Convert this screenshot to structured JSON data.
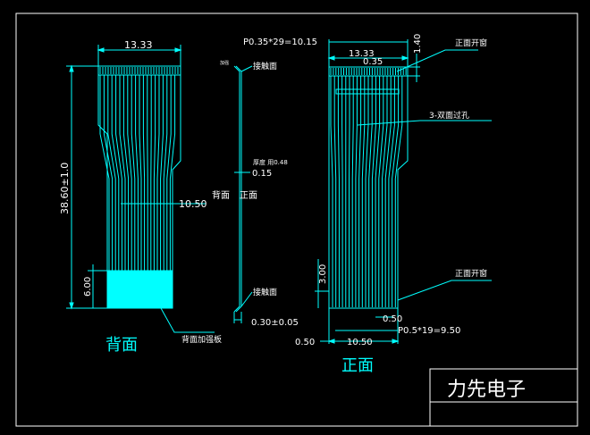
{
  "colors": {
    "background": "#000000",
    "line": "#00ffff",
    "text": "#ffffff",
    "stiffener": "#00ffff"
  },
  "back_view": {
    "title": "背面",
    "width_top": "13.33",
    "length": "38.60±1.0",
    "finger_width": "10.50",
    "stiffener_height": "6.00",
    "stiffener_label": "背面加强板"
  },
  "side_view": {
    "contact_top": "接触面",
    "small_label": "加强",
    "thickness_label": "厚度 用0.48",
    "thickness_value": "0.15",
    "back_label": "背面",
    "front_label": "正面",
    "contact_bottom": "接触面",
    "total_thickness": "0.30±0.05"
  },
  "front_view": {
    "title": "正面",
    "pitch_top": "P0.35*29=10.15",
    "width_top": "13.33",
    "pad_width": "0.35",
    "open_top_height": "1.40",
    "open_window_top": "正面开窗",
    "vias": "3-双面过孔",
    "open_window_bottom": "正面开窗",
    "finger_length": "3.00",
    "finger_gap": "0.50",
    "pitch_bottom": "P0.5*19=9.50",
    "edge_margin": "0.50",
    "finger_width": "10.50"
  },
  "title_block": {
    "company": "力先电子"
  }
}
